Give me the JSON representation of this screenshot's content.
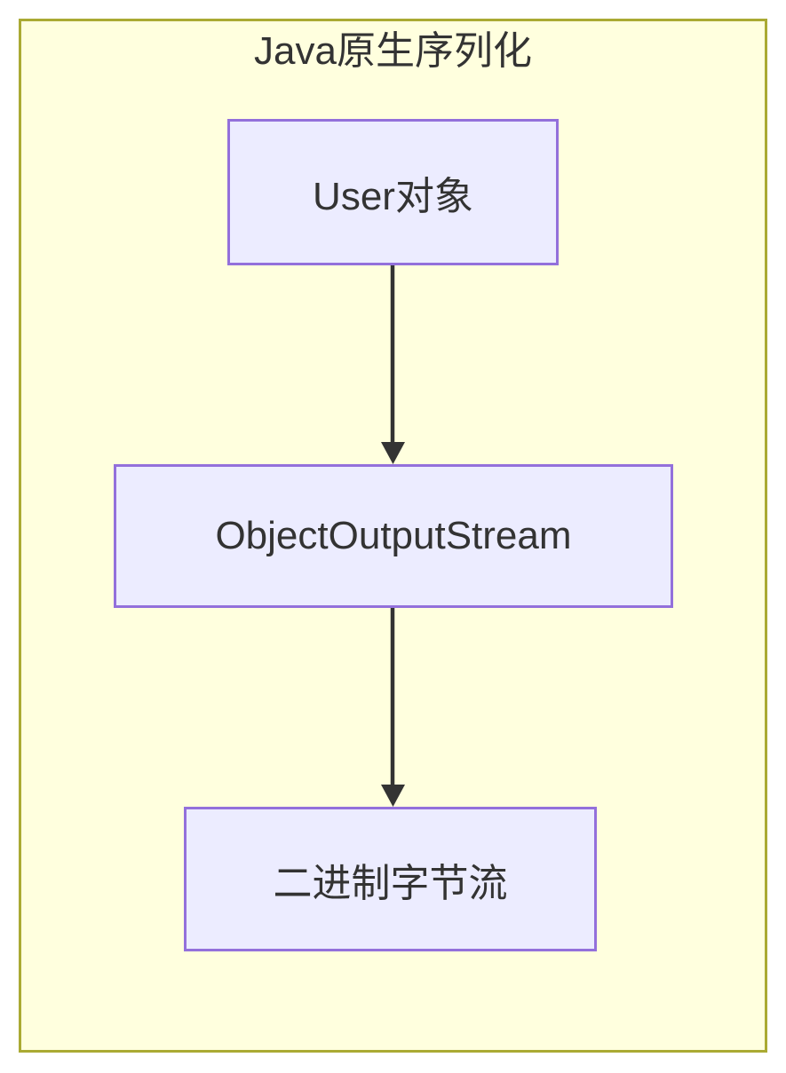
{
  "diagram": {
    "title": "Java原生序列化",
    "nodes": [
      {
        "id": "user-object",
        "label": "User对象"
      },
      {
        "id": "object-output-stream",
        "label": "ObjectOutputStream"
      },
      {
        "id": "binary-byte-stream",
        "label": "二进制字节流"
      }
    ],
    "edges": [
      {
        "from": "user-object",
        "to": "object-output-stream"
      },
      {
        "from": "object-output-stream",
        "to": "binary-byte-stream"
      }
    ],
    "colors": {
      "canvas": "#ffffff",
      "frame_fill": "#ffffde",
      "frame_border": "#aaaa33",
      "node_fill": "#ececff",
      "node_border": "#9370db",
      "arrow": "#333333",
      "text": "#333333"
    }
  }
}
